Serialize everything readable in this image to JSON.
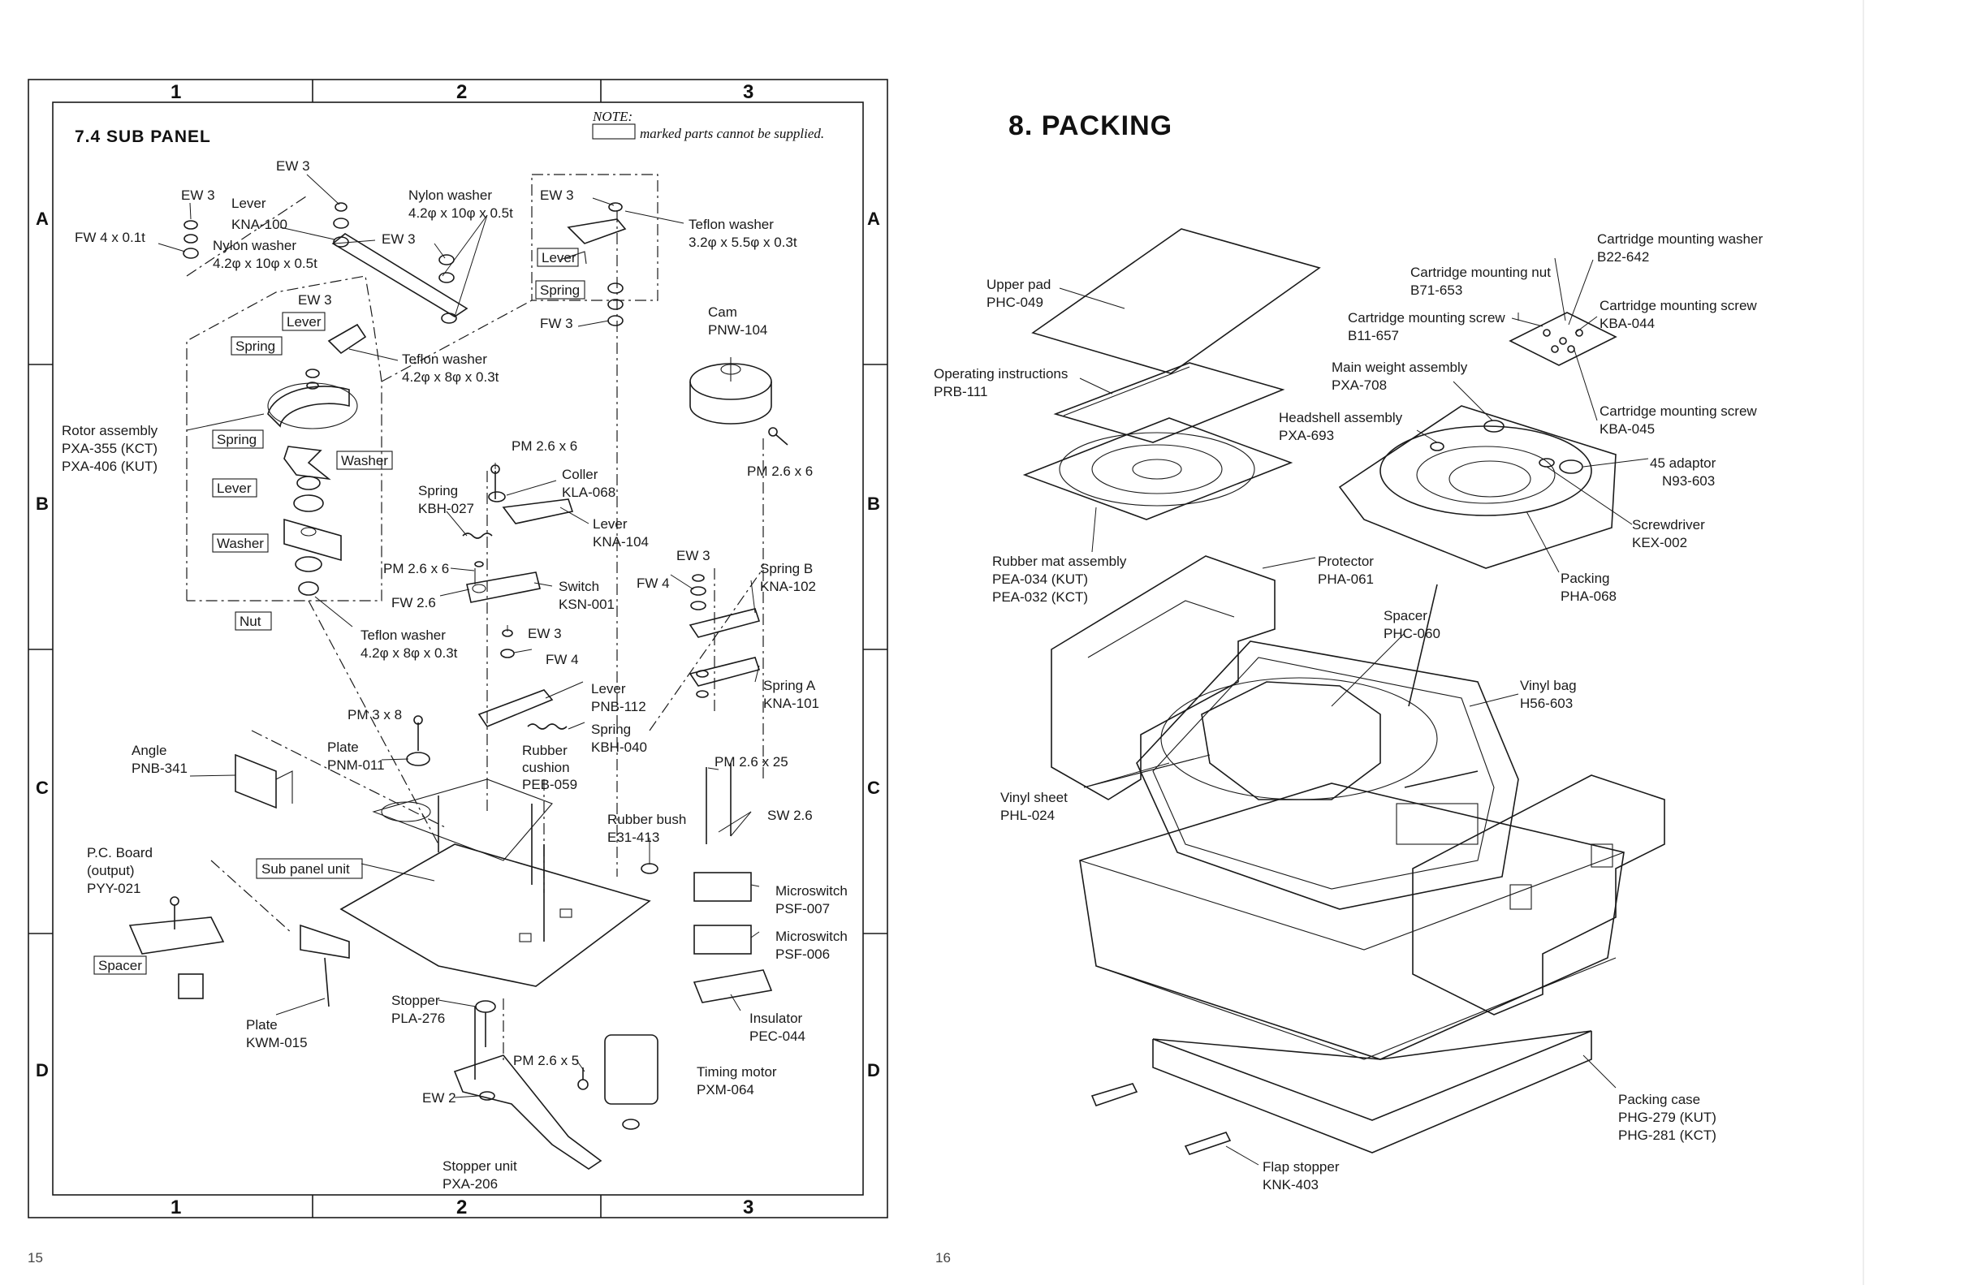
{
  "left_page": {
    "section_title": "7.4  SUB PANEL",
    "note_head": "NOTE:",
    "note_body": "marked parts cannot be supplied.",
    "page_number": "15",
    "columns": [
      "1",
      "2",
      "3"
    ],
    "rows": [
      "A",
      "B",
      "C",
      "D"
    ],
    "labels": {
      "ew3_a": "EW 3",
      "lever_a": "Lever",
      "kna100": "KNA-100",
      "fw4": "FW 4 x 0.1t",
      "ew3_b": "EW 3",
      "nylon_washer_1": "Nylon washer",
      "nylon_washer_1_size": "4.2φ x 10φ x 0.5t",
      "nylon_washer_2": "Nylon washer",
      "nylon_washer_2_size": "4.2φ x 10φ x 0.5t",
      "ew3_c": "EW 3",
      "ew3_d": "EW 3",
      "ew3_e": "EW 3",
      "teflon_1": "Teflon washer",
      "teflon_1_size": "3.2φ x 5.5φ x 0.3t",
      "fw3": "FW 3",
      "cam": "Cam",
      "pnw104": "PNW-104",
      "teflon_2": "Teflon washer",
      "teflon_2_size": "4.2φ x 8φ x 0.3t",
      "rotor": "Rotor assembly",
      "pxa355": "PXA-355 (KCT)",
      "pxa406": "PXA-406 (KUT)",
      "pm26x6_a": "PM 2.6 x 6",
      "pm26x6_b": "PM 2.6 x 6",
      "pm26x6_c": "PM 2.6 x 6",
      "coller": "Coller",
      "kla068": "KLA-068",
      "spring_kbh027": "Spring",
      "kbh027": "KBH-027",
      "lever_kna104": "Lever",
      "kna104": "KNA-104",
      "ew3_f": "EW 3",
      "spring_b": "Spring B",
      "kna102": "KNA-102",
      "fw4_b": "FW 4",
      "fw26": "FW 2.6",
      "switch": "Switch",
      "ksn001": "KSN-001",
      "ew3_g": "EW 3",
      "fw4_c": "FW 4",
      "teflon_3": "Teflon washer",
      "teflon_3_size": "4.2φ x 8φ x 0.3t",
      "lever_pnb112": "Lever",
      "pnb112": "PNB-112",
      "spring_a": "Spring A",
      "kna101": "KNA-101",
      "pm3x8": "PM 3 x 8",
      "spring_kbh040": "Spring",
      "kbh040": "KBH-040",
      "angle": "Angle",
      "pnb341": "PNB-341",
      "plate_pnm": "Plate",
      "pnm011": "PNM-011",
      "rubber_cushion": "Rubber",
      "rubber_cushion2": "cushion",
      "peb059": "PEB-059",
      "pm26x25": "PM 2.6 x 25",
      "rubber_bush": "Rubber bush",
      "e31413": "E31-413",
      "sw26": "SW 2.6",
      "pcb": "P.C. Board",
      "pcb2": "(output)",
      "pyy021": "PYY-021",
      "microswitch_1": "Microswitch",
      "psf007": "PSF-007",
      "microswitch_2": "Microswitch",
      "psf006": "PSF-006",
      "stopper": "Stopper",
      "pla276": "PLA-276",
      "insulator": "Insulator",
      "pec044": "PEC-044",
      "plate_kwm": "Plate",
      "kwm015": "KWM-015",
      "pm26x5": "PM 2.6 x 5",
      "timing_motor": "Timing motor",
      "pxm064": "PXM-064",
      "ew2": "EW 2",
      "stopper_unit": "Stopper unit",
      "pxa206": "PXA-206"
    },
    "boxed": {
      "lever_1": "Lever",
      "spring_1": "Spring",
      "lever_2": "Lever",
      "spring_2": "Spring",
      "spring_3": "Spring",
      "washer_1": "Washer",
      "lever_3": "Lever",
      "washer_2": "Washer",
      "nut": "Nut",
      "sub_panel_unit": "Sub panel unit",
      "spacer": "Spacer"
    }
  },
  "right_page": {
    "title": "8. PACKING",
    "page_number": "16",
    "labels": {
      "upper_pad": "Upper pad",
      "phc049": "PHC-049",
      "op_instr": "Operating instructions",
      "prb111": "PRB-111",
      "rubber_mat": "Rubber mat assembly",
      "pea034": "PEA-034 (KUT)",
      "pea032": "PEA-032 (KCT)",
      "cart_nut": "Cartridge mounting nut",
      "b71653": "B71-653",
      "cart_washer": "Cartridge mounting washer",
      "b22642": "B22-642",
      "cart_screw_1": "Cartridge mounting screw",
      "b11657": "B11-657",
      "cart_screw_2": "Cartridge mounting screw",
      "kba044": "KBA-044",
      "main_weight": "Main weight assembly",
      "pxa708": "PXA-708",
      "headshell": "Headshell assembly",
      "pxa693": "PXA-693",
      "cart_screw_3": "Cartridge mounting screw",
      "kba045": "KBA-045",
      "adaptor": "45 adaptor",
      "n93603": "N93-603",
      "screwdriver": "Screwdriver",
      "kex002": "KEX-002",
      "protector": "Protector",
      "pha061": "PHA-061",
      "packing": "Packing",
      "pha068": "PHA-068",
      "spacer": "Spacer",
      "phc060": "PHC-060",
      "vinyl_bag": "Vinyl bag",
      "h56603": "H56-603",
      "vinyl_sheet": "Vinyl sheet",
      "phl024": "PHL-024",
      "packing_case": "Packing case",
      "phg279": "PHG-279 (KUT)",
      "phg281": "PHG-281 (KCT)",
      "flap_stopper": "Flap stopper",
      "knk403": "KNK-403"
    }
  }
}
